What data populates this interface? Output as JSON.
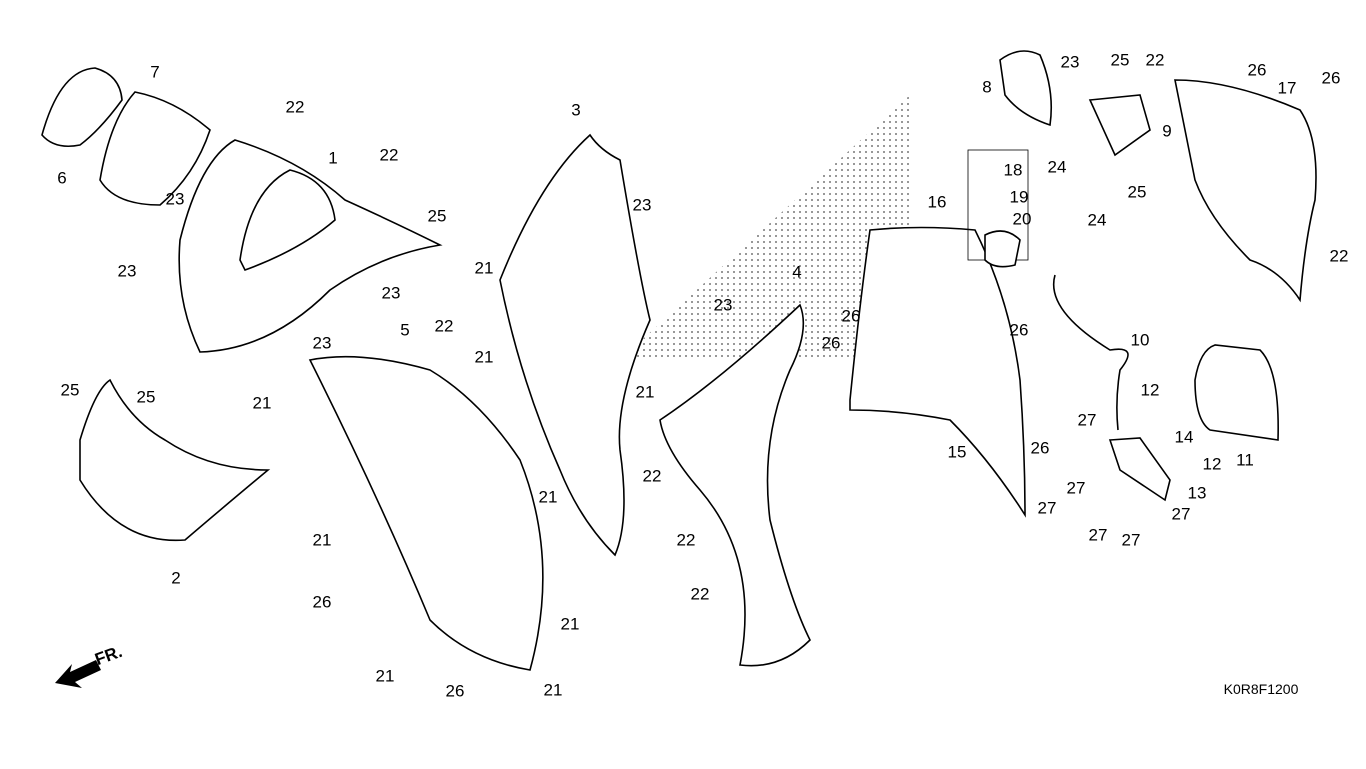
{
  "diagram": {
    "code": "K0R8F1200",
    "direction_label": "FR.",
    "callouts": [
      "6",
      "7",
      "22",
      "1",
      "22",
      "23",
      "25",
      "23",
      "23",
      "23",
      "25",
      "25",
      "2",
      "5",
      "21",
      "21",
      "21",
      "22",
      "3",
      "23",
      "23",
      "21",
      "22",
      "21",
      "21",
      "22",
      "26",
      "21",
      "22",
      "21",
      "26",
      "21",
      "4",
      "26",
      "26",
      "8",
      "23",
      "25",
      "22",
      "9",
      "25",
      "26",
      "26",
      "17",
      "18",
      "19",
      "16",
      "20",
      "24",
      "24",
      "26",
      "10",
      "12",
      "14",
      "12",
      "11",
      "15",
      "27",
      "26",
      "27",
      "13",
      "27",
      "27",
      "27",
      "27",
      "22"
    ]
  }
}
